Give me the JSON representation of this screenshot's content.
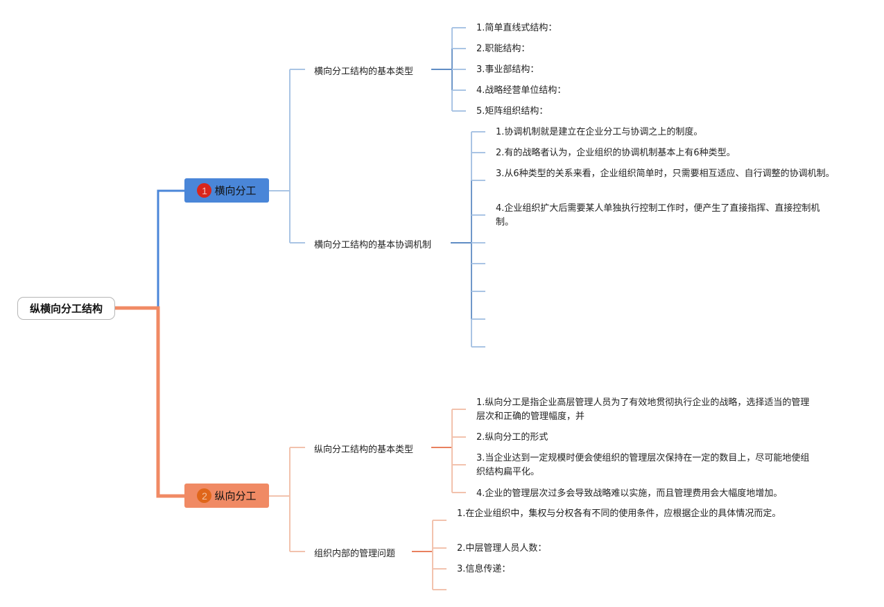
{
  "root": {
    "label": "纵横向分工结构"
  },
  "colors": {
    "horizontal_main": "#4a86d8",
    "horizontal_line": "#a9c4e4",
    "horizontal_line_dark": "#5f8cc4",
    "vertical_main": "#f08a64",
    "vertical_line": "#f2c2ad",
    "vertical_line_dark": "#e8805e",
    "badge1": "#d9261c",
    "badge2": "#e0661a"
  },
  "branches": [
    {
      "badge": "1",
      "label": "横向分工",
      "children": [
        {
          "label": "横向分工结构的基本类型",
          "items": [
            "1.简单直线式结构：",
            "2.职能结构：",
            "3.事业部结构：",
            "4.战略经营单位结构：",
            "5.矩阵组织结构："
          ]
        },
        {
          "label": "横向分工结构的基本协调机制",
          "items": [
            "1.协调机制就是建立在企业分工与协调之上的制度。",
            "2.有的战略者认为，企业组织的协调机制基本上有6种类型。",
            "3.从6种类型的关系来看，企业组织简单时，只需要相互适应、自行调整的协调机制。",
            "4.企业组织扩大后需要某人单独执行控制工作时，便产生了直接指挥、直接控制机制。",
            "",
            "",
            "",
            "",
            ""
          ]
        }
      ]
    },
    {
      "badge": "2",
      "label": "纵向分工",
      "children": [
        {
          "label": "纵向分工结构的基本类型",
          "items": [
            "1.纵向分工是指企业高层管理人员为了有效地贯彻执行企业的战略，选择适当的管理层次和正确的管理幅度，并",
            "2.纵向分工的形式",
            "3.当企业达到一定规模时便会使组织的管理层次保持在一定的数目上，尽可能地使组织结构扁平化。",
            "4.企业的管理层次过多会导致战略难以实施，而且管理费用会大幅度地增加。"
          ]
        },
        {
          "label": "组织内部的管理问题",
          "items": [
            "1.在企业组织中，集权与分权各有不同的使用条件，应根据企业的具体情况而定。",
            "2.中层管理人员人数：",
            "3.信息传递：",
            ""
          ]
        }
      ]
    }
  ]
}
